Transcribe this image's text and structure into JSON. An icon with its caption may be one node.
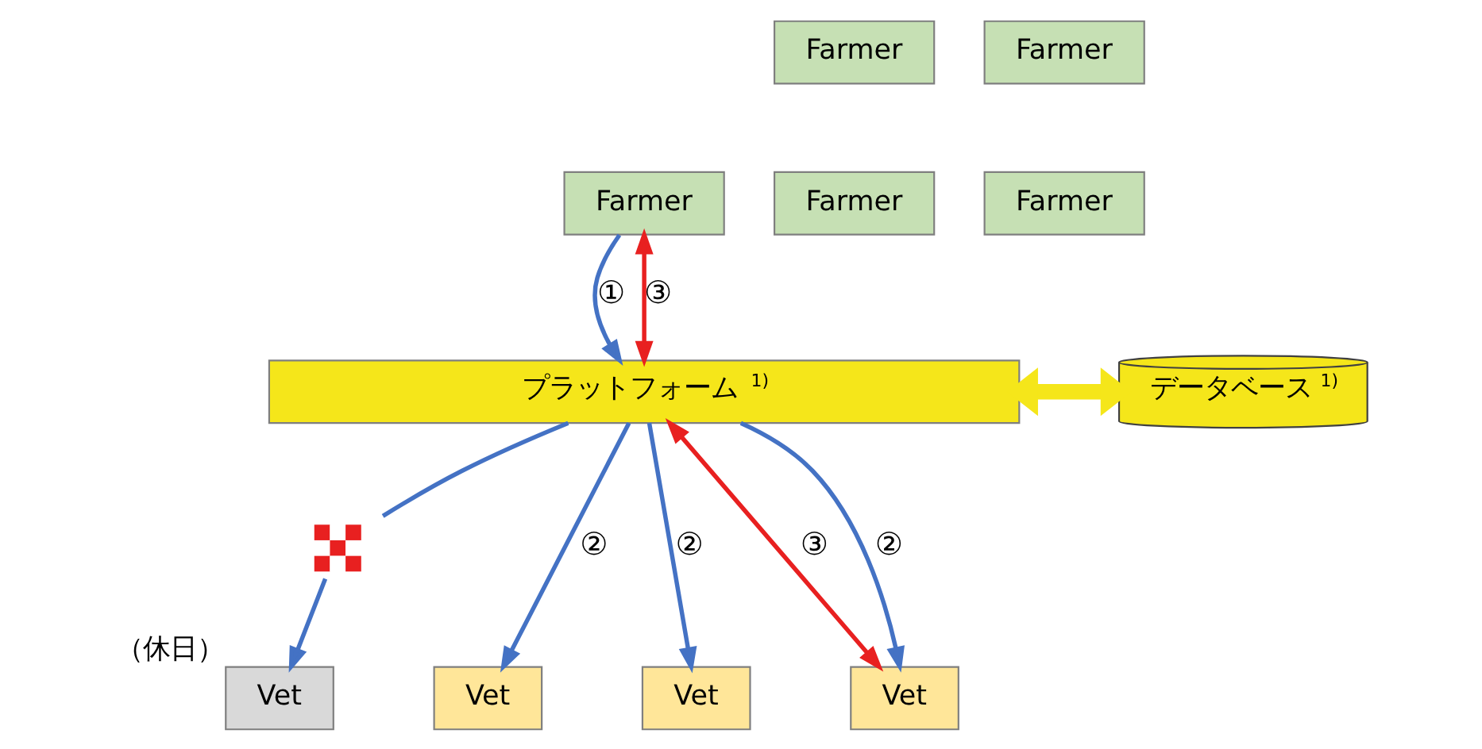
{
  "diagram": {
    "nodes": [
      {
        "text": [
          "Farmer"
        ]
      },
      {
        "text": [
          "Farmer"
        ]
      },
      {
        "text": [
          "Farmer"
        ]
      },
      {
        "text": [
          "Farmer"
        ]
      },
      {
        "text": [
          "Farmer"
        ]
      },
      {
        "text": [
          "プラットフォーム$^{1)}$"
        ]
      },
      {
        "text": [
          "データベース$^{1)}$"
        ]
      },
      {
        "text": [
          "Vet"
        ],
        "beside": [
          "（休日）"
        ]
      },
      {
        "text": [
          "Vet"
        ]
      },
      {
        "text": [
          "Vet"
        ]
      },
      {
        "text": [
          "Vet"
        ]
      },
      {
        "text": [],
        "shape": "cross"
      }
    ],
    "edges": [
      {
        "from": 0,
        "to": 5,
        "arrow": "to",
        "label": "①",
        "color": "#4472c4"
      },
      {
        "from": 5,
        "to": 0,
        "arrow": "both",
        "label": "③",
        "color": "#e82020"
      },
      {
        "from": 5,
        "to": 6,
        "arrow": "both",
        "style": "thick",
        "color": "#f5e61a"
      },
      {
        "from": 5,
        "to": 11,
        "arrow": "none",
        "color": "#4472c4"
      },
      {
        "from": 11,
        "to": 7,
        "arrow": "to",
        "color": "#4472c4"
      },
      {
        "from": 5,
        "to": 8,
        "arrow": "to",
        "label": "②",
        "color": "#4472c4"
      },
      {
        "from": 5,
        "to": 9,
        "arrow": "to",
        "label": "②",
        "color": "#4472c4"
      },
      {
        "from": 5,
        "to": 10,
        "arrow": "to",
        "label": "②",
        "color": "#4472c4"
      },
      {
        "from": 10,
        "to": 5,
        "arrow": "both",
        "label": "③",
        "color": "#e82020"
      }
    ]
  }
}
